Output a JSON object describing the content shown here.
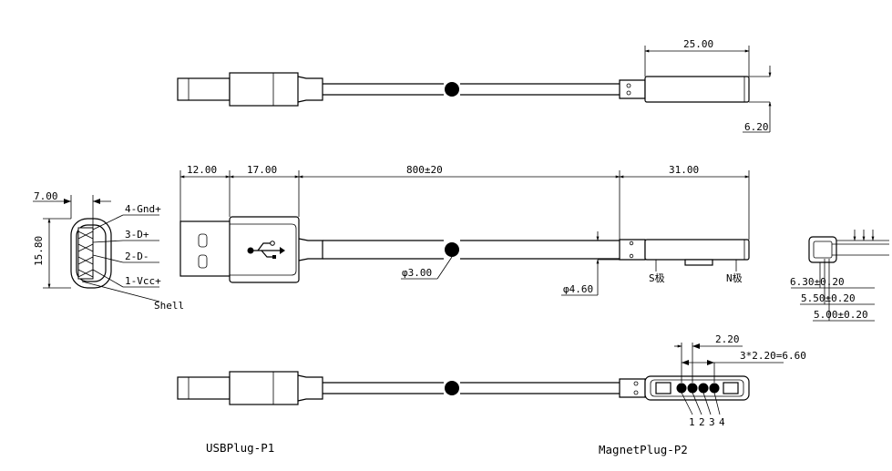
{
  "dimensions": {
    "top_len_25": "25.00",
    "top_h_620": "6.20",
    "mid_len_12": "12.00",
    "mid_len_17": "17.00",
    "mid_len_800": "800±20",
    "mid_len_31": "31.00",
    "dia_300": "φ3.00",
    "dia_460": "φ4.60",
    "left_w_700": "7.00",
    "left_h_1580": "15.80",
    "right_630": "6.30±0.20",
    "right_550": "5.50±0.20",
    "right_500": "5.00±0.20",
    "bot_220": "2.20",
    "bot_660": "3*2.20=6.60"
  },
  "pins": {
    "gnd": "4-Gnd+",
    "dplus": "3-D+",
    "dminus": "2-D-",
    "vcc": "1-Vcc+",
    "shell": "Shell"
  },
  "poles": {
    "s": "S极",
    "n": "N极"
  },
  "contact_numbers": [
    "1",
    "2",
    "3",
    "4"
  ],
  "captions": {
    "usb": "USBPlug-P1",
    "magnet": "MagnetPlug-P2"
  }
}
